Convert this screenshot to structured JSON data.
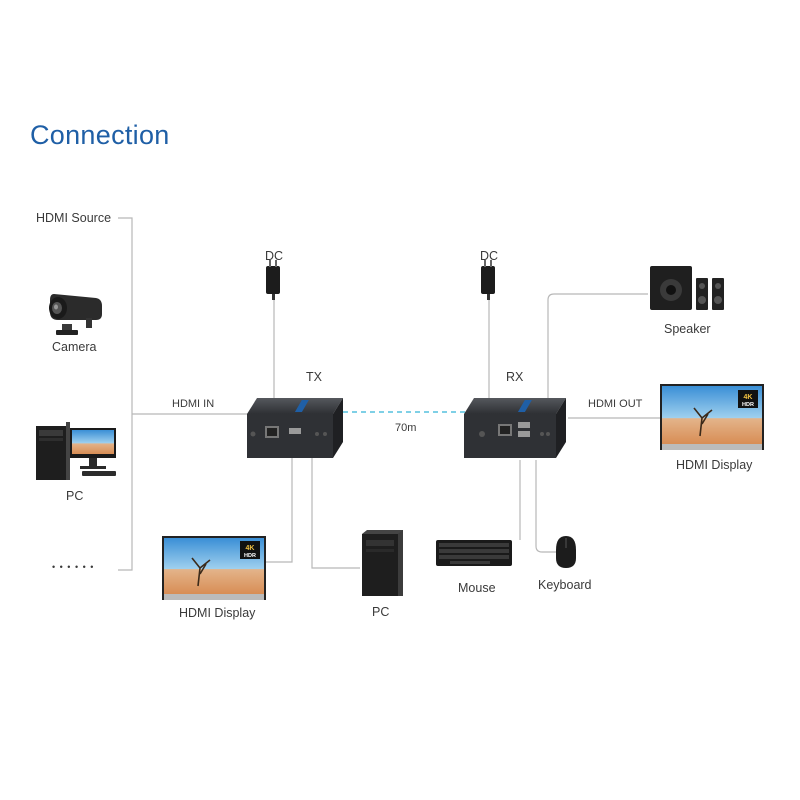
{
  "title": "Connection",
  "labels": {
    "hdmi_source": "HDMI Source",
    "camera": "Camera",
    "pc_left": "PC",
    "more": "• • • • • •",
    "hdmi_in": "HDMI IN",
    "dc_tx": "DC",
    "dc_rx": "DC",
    "tx": "TX",
    "rx": "RX",
    "distance": "70m",
    "hdmi_out": "HDMI OUT",
    "speaker": "Speaker",
    "hdmi_display_right": "HDMI Display",
    "hdmi_display_bottom": "HDMI Display",
    "pc_bottom": "PC",
    "mouse": "Mouse",
    "keyboard": "Keyboard"
  },
  "badges": {
    "resolution": "4K",
    "hdr": "HDR"
  },
  "colors": {
    "title": "#1f5fa6",
    "line": "#b8b8b8",
    "cable": "#7fd0e6",
    "device": "#3c3e42",
    "accent": "#1f5fa6"
  }
}
